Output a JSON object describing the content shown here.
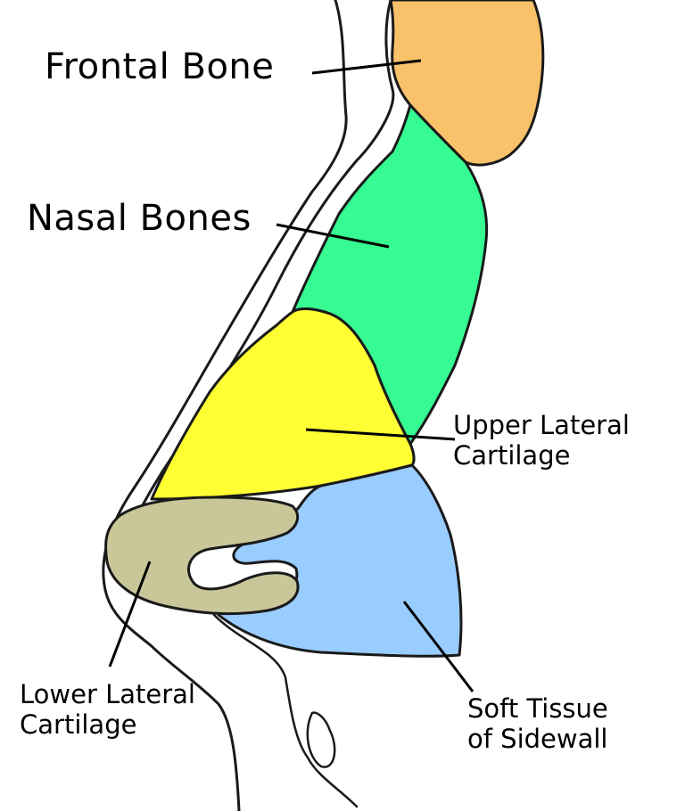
{
  "labels": {
    "frontal_bone": "Frontal Bone",
    "nasal_bones": "Nasal Bones",
    "upper_lateral_line1": "Upper Lateral",
    "upper_lateral_line2": "Cartilage",
    "lower_lateral_line1": "Lower Lateral",
    "lower_lateral_line2": "Cartilage",
    "soft_tissue_line1": "Soft Tissue",
    "soft_tissue_line2": "of Sidewall"
  },
  "colors": {
    "frontal_bone": "#F9C26A",
    "nasal_bones": "#35FB92",
    "upper_lateral_cartilage": "#FFFF33",
    "lower_lateral_cartilage": "#C9C79A",
    "soft_tissue_of_sidewall": "#99CCFF",
    "outline": "#1a1a1a",
    "background": "#ffffff"
  }
}
